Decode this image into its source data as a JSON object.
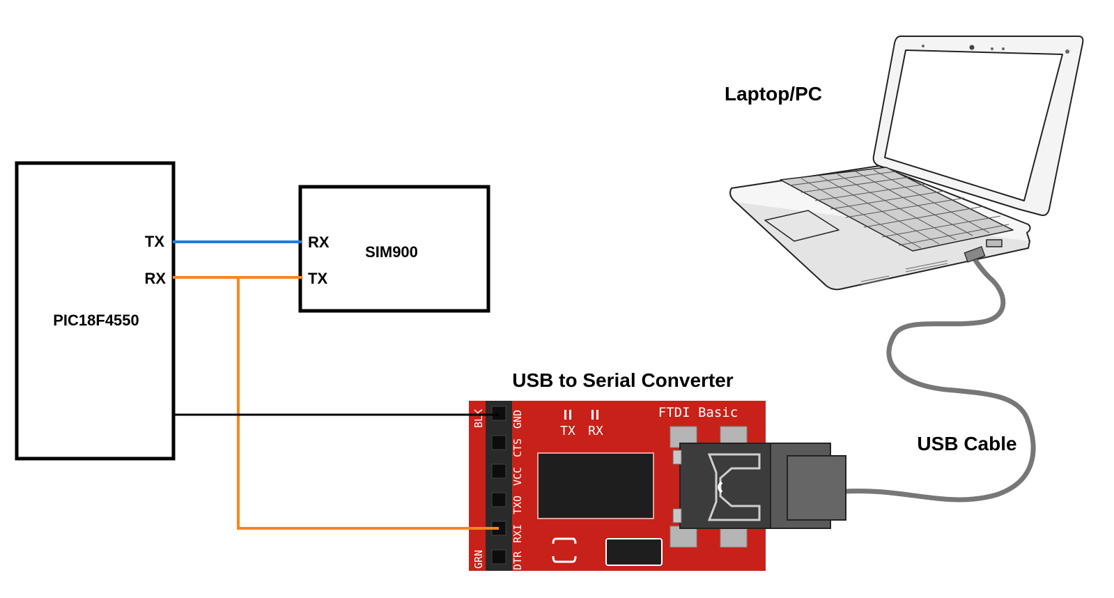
{
  "pic": {
    "name": "PIC18F4550",
    "tx": "TX",
    "rx": "RX"
  },
  "sim": {
    "name": "SIM900",
    "rx": "RX",
    "tx": "TX"
  },
  "converter": {
    "title": "USB to Serial Converter",
    "board_label": "FTDI Basic",
    "led_tx": "TX",
    "led_rx": "RX",
    "pins": [
      "GND",
      "CTS",
      "VCC",
      "TXO",
      "RXI",
      "DTR"
    ],
    "edge_top": "BLK",
    "edge_bottom": "GRN"
  },
  "laptop": {
    "label": "Laptop/PC"
  },
  "cable": {
    "label": "USB Cable"
  },
  "colors": {
    "tx_wire": "#1e7ce6",
    "rx_wire": "#f7861e",
    "gnd_wire": "#000000",
    "board": "#c8211a",
    "cable": "#777777"
  }
}
